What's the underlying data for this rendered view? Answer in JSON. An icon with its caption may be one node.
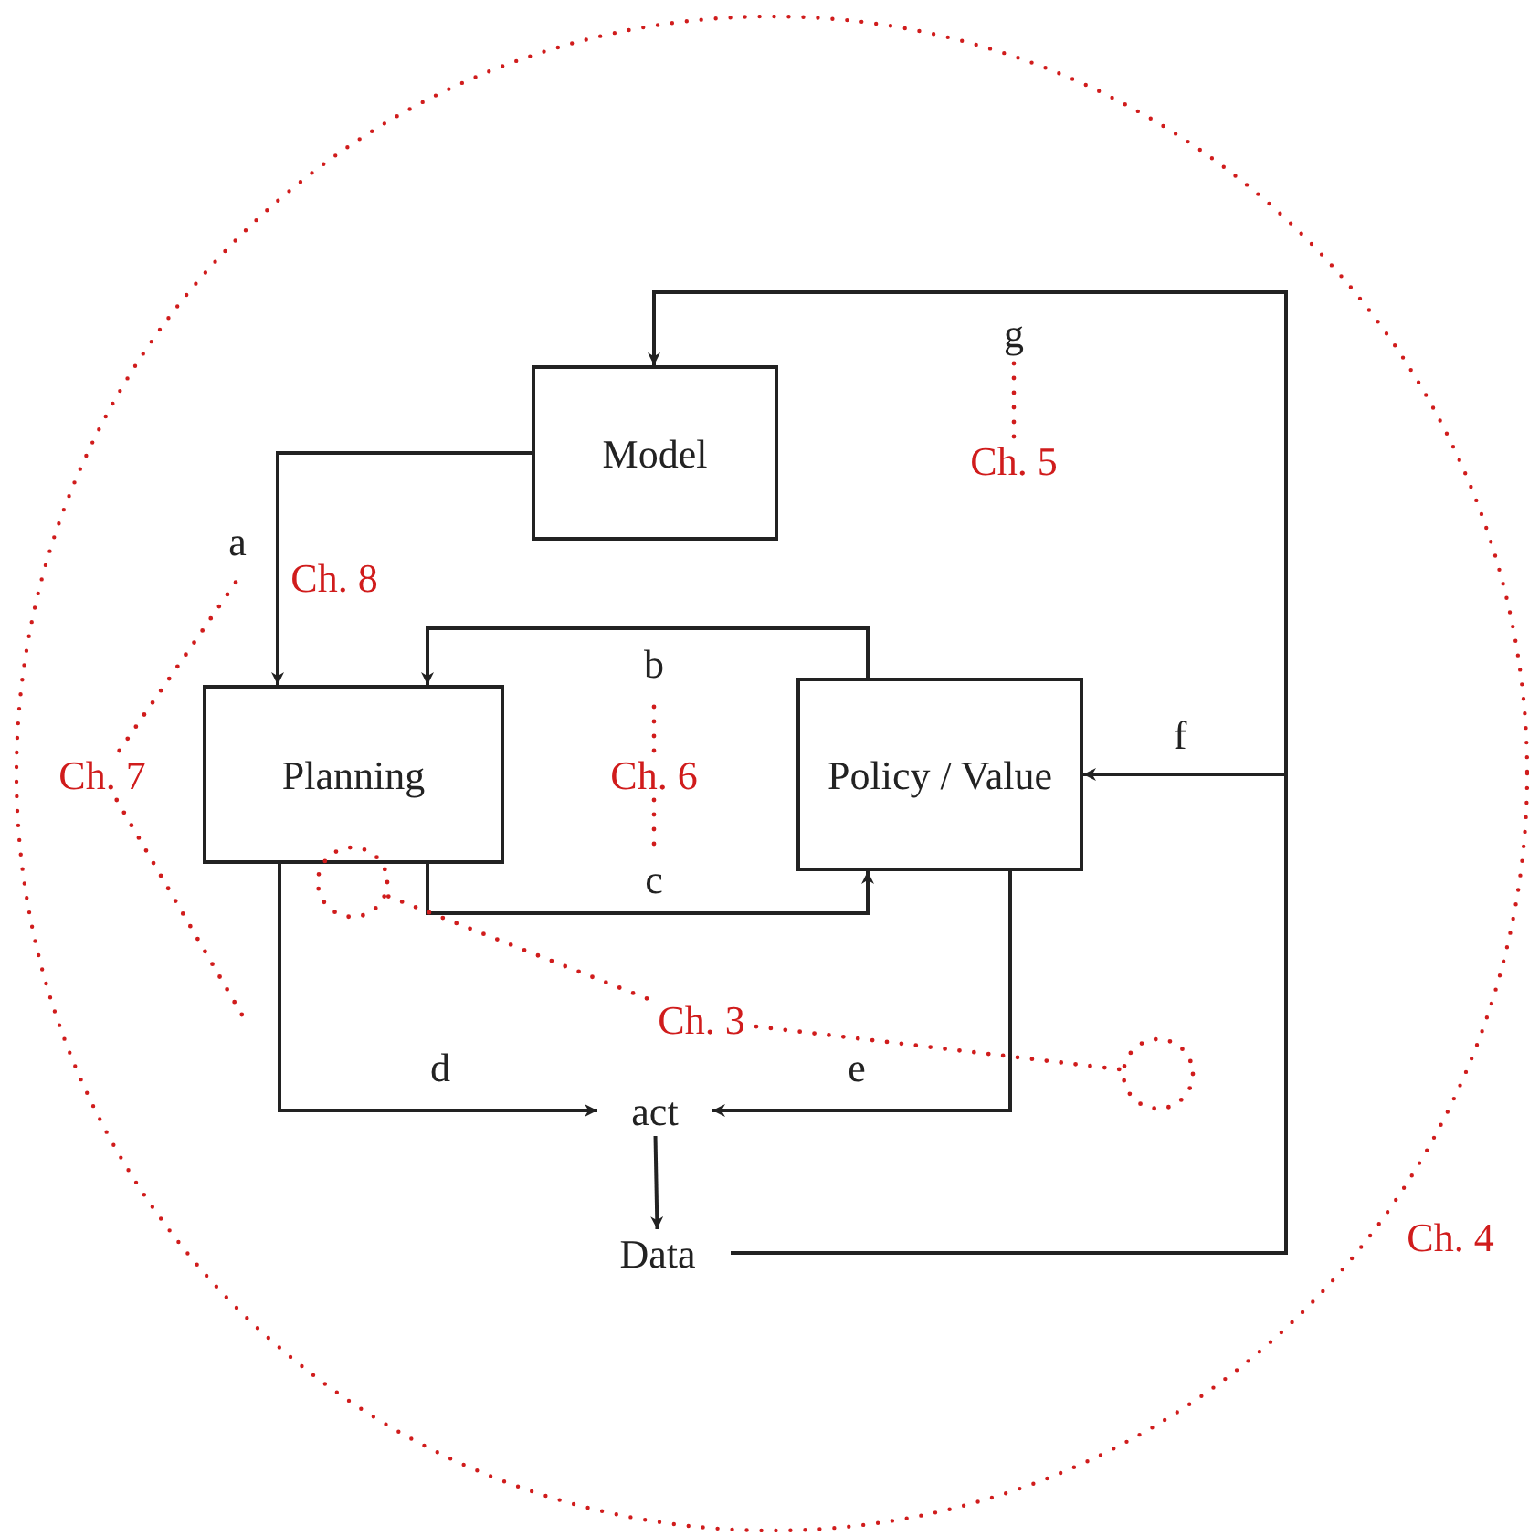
{
  "diagram": {
    "nodes": [
      {
        "text": [
          "Ch. 4"
        ]
      },
      {
        "text": [
          "Model"
        ],
        "in": 0
      },
      {
        "text": [
          "Planning"
        ],
        "in": 0
      },
      {
        "text": [
          "Policy / Value"
        ],
        "in": 0
      },
      {
        "text": [
          "act"
        ],
        "in": 0
      },
      {
        "text": [
          "Data"
        ],
        "in": 0
      },
      {
        "text": [
          "Ch. 5"
        ],
        "in": 0
      },
      {
        "text": [
          "Ch. 6"
        ],
        "in": 0
      },
      {
        "text": [
          "Ch. 7"
        ],
        "in": 0
      },
      {
        "text": [
          "Ch. 3"
        ],
        "in": 0
      },
      {
        "text": [],
        "shape": "circle",
        "in": 0
      },
      {
        "text": [],
        "shape": "circle",
        "in": 0
      }
    ],
    "edges": [
      {
        "from": 1,
        "to": 2,
        "arrow": "to",
        "label": "a"
      },
      {
        "from": 3,
        "to": 2,
        "arrow": "to",
        "label": "b"
      },
      {
        "from": 2,
        "to": 3,
        "arrow": "to",
        "label": "c"
      },
      {
        "from": 2,
        "to": 4,
        "arrow": "to",
        "label": "d"
      },
      {
        "from": 3,
        "to": 4,
        "arrow": "to",
        "label": "e"
      },
      {
        "from": 5,
        "to": 3,
        "arrow": "to",
        "label": "f"
      },
      {
        "from": 5,
        "to": 1,
        "arrow": "to",
        "label": "g"
      },
      {
        "from": 4,
        "to": 5,
        "arrow": "to"
      },
      {
        "from": 6,
        "to": null,
        "arrow": "none",
        "style": "dashed",
        "color": "#d01c1c"
      },
      {
        "from": 7,
        "to": null,
        "arrow": "none",
        "style": "dashed",
        "color": "#d01c1c"
      },
      {
        "from": 7,
        "to": null,
        "arrow": "none",
        "style": "dashed",
        "color": "#d01c1c"
      },
      {
        "from": 8,
        "to": null,
        "arrow": "none",
        "style": "dashed",
        "color": "#d01c1c"
      },
      {
        "from": 8,
        "to": null,
        "arrow": "none",
        "style": "dashed",
        "color": "#d01c1c"
      },
      {
        "from": 9,
        "to": 10,
        "arrow": "none",
        "style": "dashed",
        "color": "#d01c1c"
      },
      {
        "from": 9,
        "to": 11,
        "arrow": "none",
        "style": "dashed",
        "color": "#d01c1c"
      }
    ],
    "labels": [
      "Ch. 8"
    ]
  }
}
